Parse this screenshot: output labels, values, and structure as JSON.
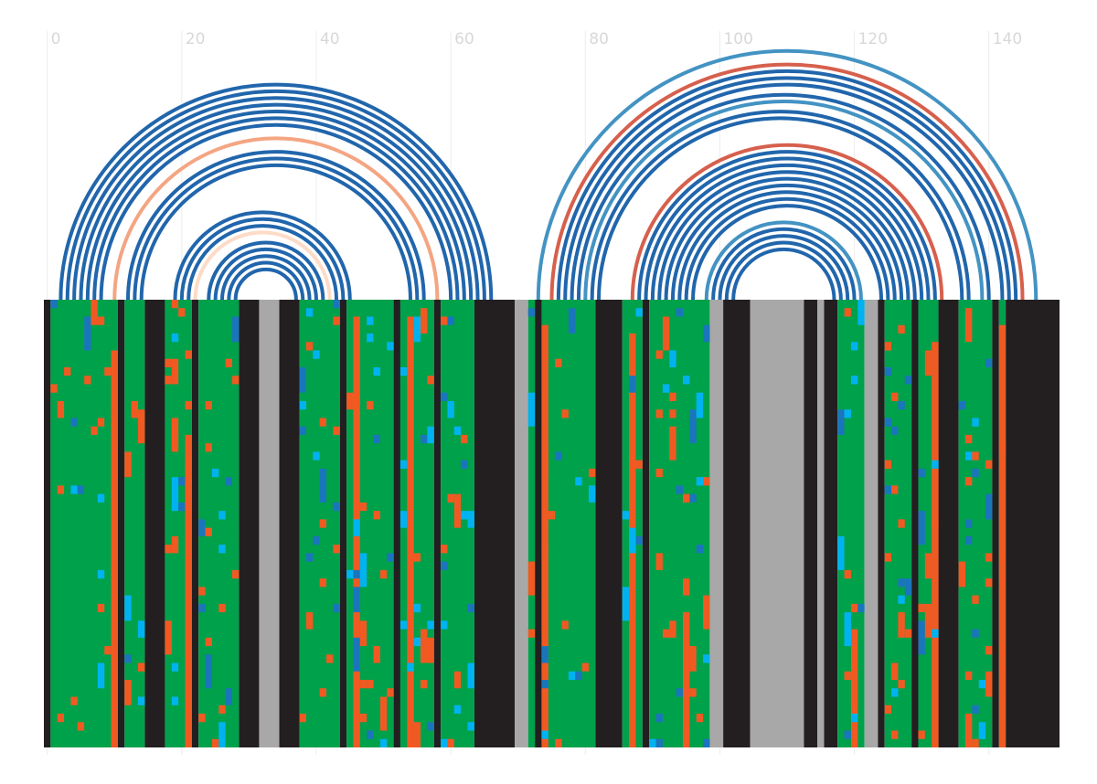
{
  "chart_data": {
    "type": "heatmap",
    "title": "",
    "xlabel": "",
    "ylabel": "",
    "xlim": [
      -0.5,
      150.5
    ],
    "x_ticks": [
      0,
      20,
      40,
      60,
      80,
      100,
      120,
      140
    ],
    "grid": "vertical",
    "rows": 53,
    "colors": {
      "match": "#00a14b",
      "gap": "#231f20",
      "missing": "#a8a8a8",
      "substitution_orange": "#f05a22",
      "substitution_cyan": "#00b3f0",
      "substitution_blue": "#1b75bc",
      "arc_dark_blue": "#2166ac",
      "arc_mid_blue": "#4393c3",
      "arc_red": "#d6604d",
      "arc_salmon": "#f4a582",
      "arc_pale": "#fddbc7"
    },
    "column_backgrounds": [
      {
        "from": 0,
        "to": 0,
        "state": "gap"
      },
      {
        "from": 1,
        "to": 10,
        "state": "match"
      },
      {
        "from": 11,
        "to": 11,
        "state": "gap"
      },
      {
        "from": 12,
        "to": 14,
        "state": "match"
      },
      {
        "from": 15,
        "to": 17,
        "state": "gap"
      },
      {
        "from": 18,
        "to": 21,
        "state": "match"
      },
      {
        "from": 22,
        "to": 22,
        "state": "gap"
      },
      {
        "from": 23,
        "to": 28,
        "state": "match"
      },
      {
        "from": 29,
        "to": 31,
        "state": "gap"
      },
      {
        "from": 32,
        "to": 34,
        "state": "missing"
      },
      {
        "from": 35,
        "to": 37,
        "state": "gap"
      },
      {
        "from": 38,
        "to": 43,
        "state": "match"
      },
      {
        "from": 44,
        "to": 44,
        "state": "gap"
      },
      {
        "from": 45,
        "to": 51,
        "state": "match"
      },
      {
        "from": 52,
        "to": 52,
        "state": "gap"
      },
      {
        "from": 53,
        "to": 57,
        "state": "match"
      },
      {
        "from": 58,
        "to": 58,
        "state": "gap"
      },
      {
        "from": 59,
        "to": 63,
        "state": "match"
      },
      {
        "from": 64,
        "to": 69,
        "state": "gap"
      },
      {
        "from": 70,
        "to": 71,
        "state": "missing"
      },
      {
        "from": 72,
        "to": 72,
        "state": "match"
      },
      {
        "from": 73,
        "to": 73,
        "state": "gap"
      },
      {
        "from": 74,
        "to": 81,
        "state": "match"
      },
      {
        "from": 82,
        "to": 85,
        "state": "gap"
      },
      {
        "from": 86,
        "to": 88,
        "state": "match"
      },
      {
        "from": 89,
        "to": 89,
        "state": "gap"
      },
      {
        "from": 90,
        "to": 98,
        "state": "match"
      },
      {
        "from": 99,
        "to": 100,
        "state": "missing"
      },
      {
        "from": 101,
        "to": 104,
        "state": "gap"
      },
      {
        "from": 105,
        "to": 112,
        "state": "missing"
      },
      {
        "from": 113,
        "to": 114,
        "state": "gap"
      },
      {
        "from": 115,
        "to": 115,
        "state": "missing"
      },
      {
        "from": 116,
        "to": 117,
        "state": "gap"
      },
      {
        "from": 118,
        "to": 121,
        "state": "match"
      },
      {
        "from": 122,
        "to": 123,
        "state": "missing"
      },
      {
        "from": 124,
        "to": 124,
        "state": "gap"
      },
      {
        "from": 125,
        "to": 128,
        "state": "match"
      },
      {
        "from": 129,
        "to": 129,
        "state": "gap"
      },
      {
        "from": 130,
        "to": 132,
        "state": "match"
      },
      {
        "from": 133,
        "to": 135,
        "state": "gap"
      },
      {
        "from": 136,
        "to": 140,
        "state": "match"
      },
      {
        "from": 141,
        "to": 141,
        "state": "gap"
      },
      {
        "from": 142,
        "to": 142,
        "state": "match"
      },
      {
        "from": 143,
        "to": 150,
        "state": "gap"
      }
    ],
    "column_stripes": [
      {
        "col": 10,
        "state": "substitution_orange",
        "from_row": 11,
        "to_row": 53
      },
      {
        "col": 21,
        "state": "substitution_orange",
        "from_row": 20,
        "to_row": 53
      },
      {
        "col": 46,
        "state": "substitution_orange",
        "from_row": 3,
        "to_row": 53
      },
      {
        "col": 54,
        "state": "substitution_orange",
        "from_row": 4,
        "to_row": 53
      },
      {
        "col": 74,
        "state": "substitution_orange",
        "from_row": 4,
        "to_row": 53
      },
      {
        "col": 87,
        "state": "substitution_orange",
        "from_row": 5,
        "to_row": 53
      },
      {
        "col": 95,
        "state": "substitution_orange",
        "from_row": 38,
        "to_row": 53
      },
      {
        "col": 120,
        "state": "substitution_orange",
        "from_row": 40,
        "to_row": 53
      },
      {
        "col": 132,
        "state": "substitution_orange",
        "from_row": 6,
        "to_row": 53
      },
      {
        "col": 142,
        "state": "substitution_orange",
        "from_row": 4,
        "to_row": 53
      }
    ],
    "arcs": [
      {
        "start": 2,
        "end": 66,
        "color": "arc_dark_blue"
      },
      {
        "start": 3,
        "end": 65,
        "color": "arc_dark_blue"
      },
      {
        "start": 4,
        "end": 64,
        "color": "arc_dark_blue"
      },
      {
        "start": 5,
        "end": 63,
        "color": "arc_dark_blue"
      },
      {
        "start": 6,
        "end": 62,
        "color": "arc_dark_blue"
      },
      {
        "start": 7,
        "end": 61,
        "color": "arc_dark_blue"
      },
      {
        "start": 8,
        "end": 60,
        "color": "arc_dark_blue"
      },
      {
        "start": 10,
        "end": 58,
        "color": "arc_salmon"
      },
      {
        "start": 12,
        "end": 56,
        "color": "arc_dark_blue"
      },
      {
        "start": 13,
        "end": 55,
        "color": "arc_dark_blue"
      },
      {
        "start": 14,
        "end": 54,
        "color": "arc_dark_blue"
      },
      {
        "start": 19,
        "end": 45,
        "color": "arc_dark_blue"
      },
      {
        "start": 20,
        "end": 44,
        "color": "arc_dark_blue"
      },
      {
        "start": 21,
        "end": 43,
        "color": "arc_dark_blue"
      },
      {
        "start": 22,
        "end": 42,
        "color": "arc_pale"
      },
      {
        "start": 24,
        "end": 41,
        "color": "arc_dark_blue"
      },
      {
        "start": 25,
        "end": 40,
        "color": "arc_dark_blue"
      },
      {
        "start": 26,
        "end": 39,
        "color": "arc_dark_blue"
      },
      {
        "start": 27,
        "end": 38,
        "color": "arc_dark_blue"
      },
      {
        "start": 28,
        "end": 37,
        "color": "arc_dark_blue"
      },
      {
        "start": 73,
        "end": 147,
        "color": "arc_mid_blue"
      },
      {
        "start": 75,
        "end": 145,
        "color": "arc_red"
      },
      {
        "start": 76,
        "end": 144,
        "color": "arc_dark_blue"
      },
      {
        "start": 77,
        "end": 143,
        "color": "arc_dark_blue"
      },
      {
        "start": 78,
        "end": 142,
        "color": "arc_dark_blue"
      },
      {
        "start": 79,
        "end": 140,
        "color": "arc_dark_blue"
      },
      {
        "start": 80,
        "end": 139,
        "color": "arc_mid_blue"
      },
      {
        "start": 81,
        "end": 137,
        "color": "arc_dark_blue"
      },
      {
        "start": 82,
        "end": 136,
        "color": "arc_dark_blue"
      },
      {
        "start": 87,
        "end": 133,
        "color": "arc_red"
      },
      {
        "start": 88,
        "end": 132,
        "color": "arc_dark_blue"
      },
      {
        "start": 89,
        "end": 131,
        "color": "arc_dark_blue"
      },
      {
        "start": 90,
        "end": 130,
        "color": "arc_dark_blue"
      },
      {
        "start": 91,
        "end": 129,
        "color": "arc_dark_blue"
      },
      {
        "start": 92,
        "end": 128,
        "color": "arc_dark_blue"
      },
      {
        "start": 93,
        "end": 127,
        "color": "arc_dark_blue"
      },
      {
        "start": 94,
        "end": 126,
        "color": "arc_dark_blue"
      },
      {
        "start": 95,
        "end": 125,
        "color": "arc_dark_blue"
      },
      {
        "start": 96,
        "end": 124,
        "color": "arc_dark_blue"
      },
      {
        "start": 98,
        "end": 121,
        "color": "arc_mid_blue"
      },
      {
        "start": 99,
        "end": 120,
        "color": "arc_dark_blue"
      },
      {
        "start": 100,
        "end": 119,
        "color": "arc_dark_blue"
      },
      {
        "start": 101,
        "end": 118,
        "color": "arc_dark_blue"
      },
      {
        "start": 102,
        "end": 117,
        "color": "arc_dark_blue"
      }
    ]
  }
}
